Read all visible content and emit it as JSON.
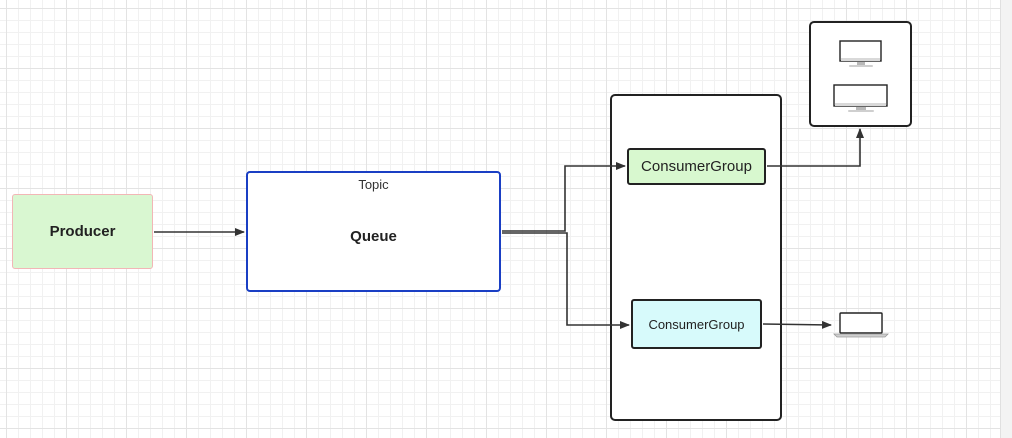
{
  "diagram": {
    "producer": {
      "label": "Producer",
      "fill": "#d9f7d1",
      "border": "#f2b6b6"
    },
    "topic": {
      "title": "Topic",
      "inner_label": "Queue",
      "border": "#1a3fc4"
    },
    "consumer_groups": [
      {
        "label": "ConsumerGroup",
        "fill": "#d8f8cf"
      },
      {
        "label": "ConsumerGroup",
        "fill": "#d7fafb"
      }
    ],
    "consumers": [
      {
        "icon": "desktop-monitor-icon"
      },
      {
        "icon": "desktop-monitor-icon"
      },
      {
        "icon": "laptop-icon"
      }
    ],
    "edge_color": "#333333"
  }
}
